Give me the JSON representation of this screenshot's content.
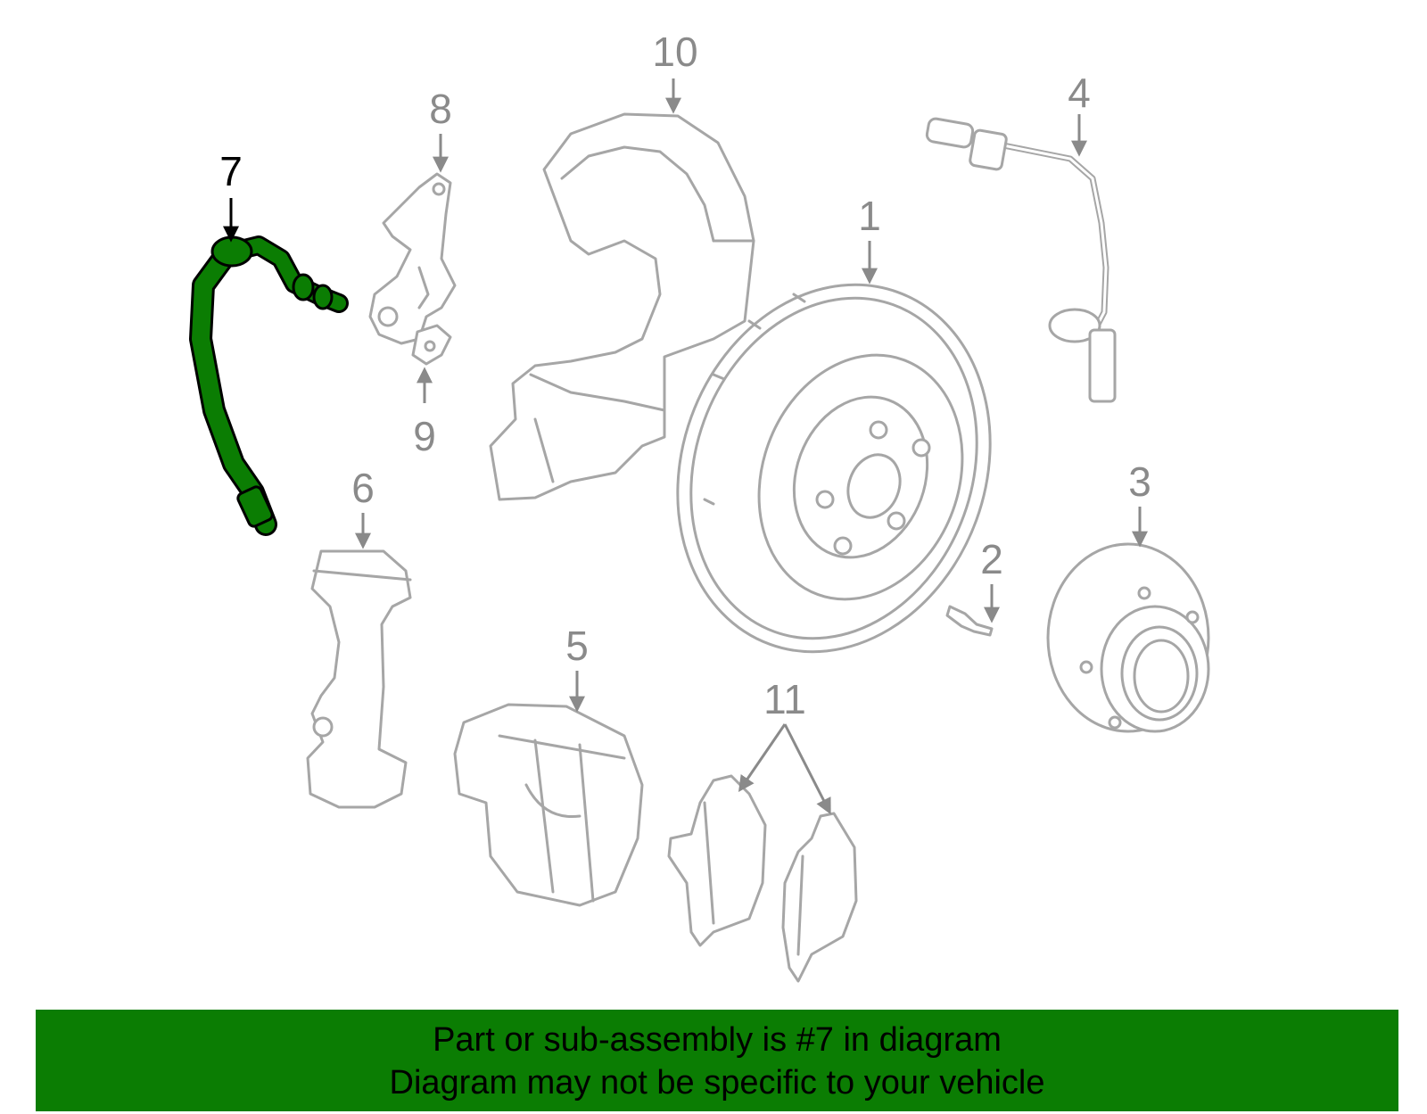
{
  "colors": {
    "highlight_part": "#0b7d03",
    "banner_background": "#0b7d03",
    "part_outline": "#a6a6a6",
    "callout_text": "#8a8a8a"
  },
  "callouts": {
    "c1": "1",
    "c2": "2",
    "c3": "3",
    "c4": "4",
    "c5": "5",
    "c6": "6",
    "c7": "7",
    "c8": "8",
    "c9": "9",
    "c10": "10",
    "c11": "11"
  },
  "highlighted_callout": "7",
  "banner": {
    "line1": "Part or sub-assembly is #7 in diagram",
    "line2": "Diagram may not be specific to your vehicle"
  }
}
